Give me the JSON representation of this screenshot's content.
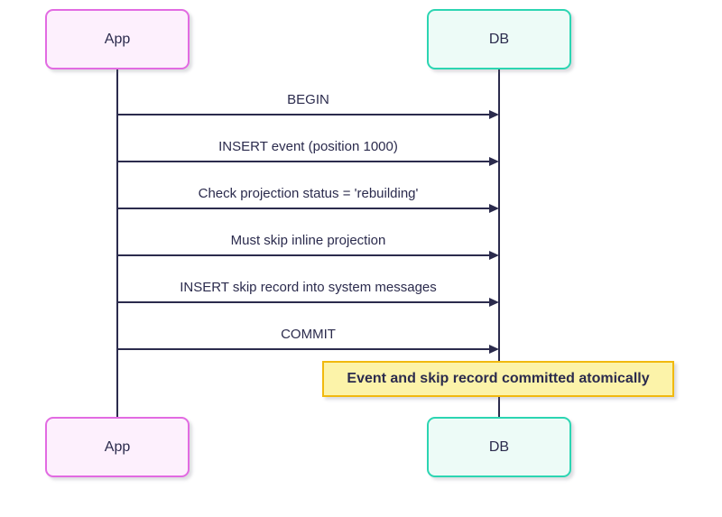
{
  "diagram": {
    "type": "sequence",
    "background": "#ffffff",
    "actors": [
      {
        "id": "app",
        "label": "App",
        "fill": "#fdf0fd",
        "border": "#e26be2"
      },
      {
        "id": "db",
        "label": "DB",
        "fill": "#edfbf7",
        "border": "#2cd5b2"
      }
    ],
    "messages": [
      {
        "from": "app",
        "to": "db",
        "arrow": "solid-filled-head",
        "label": "BEGIN"
      },
      {
        "from": "app",
        "to": "db",
        "arrow": "solid-filled-head",
        "label": "INSERT event (position 1000)"
      },
      {
        "from": "app",
        "to": "db",
        "arrow": "solid-filled-head",
        "label": "Check projection status = 'rebuilding'"
      },
      {
        "from": "app",
        "to": "db",
        "arrow": "solid-filled-head",
        "label": "Must skip inline projection"
      },
      {
        "from": "app",
        "to": "db",
        "arrow": "solid-filled-head",
        "label": "INSERT skip record into system messages"
      },
      {
        "from": "app",
        "to": "db",
        "arrow": "solid-filled-head",
        "label": "COMMIT"
      }
    ],
    "note": {
      "over": "db",
      "label": "Event and skip record committed atomically",
      "fill": "#fcf3a9",
      "border": "#f1b90f"
    },
    "colors": {
      "text": "#2b2b4d",
      "line": "#2b2b4d"
    }
  }
}
